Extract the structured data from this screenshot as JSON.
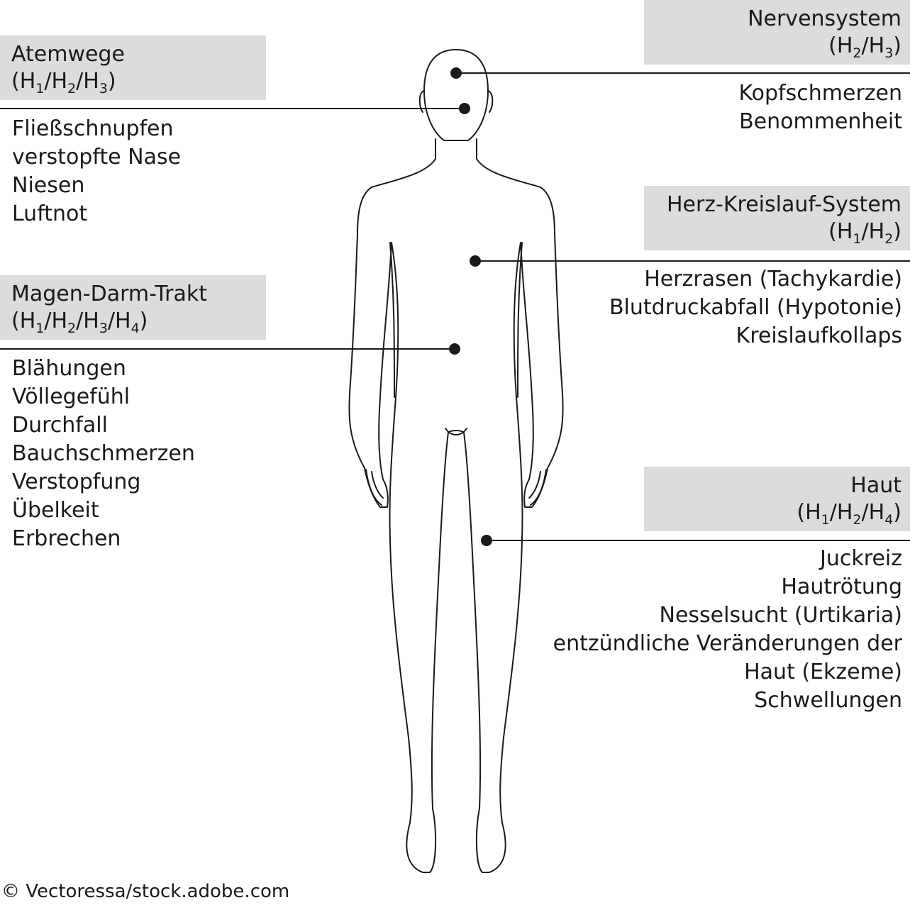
{
  "regions": [
    {
      "id": "atemwege",
      "title": "Atemwege",
      "receptors": [
        "1",
        "2",
        "3"
      ],
      "symptoms": [
        "Fließschnupfen",
        "verstopfte Nase",
        "Niesen",
        "Luftnot"
      ]
    },
    {
      "id": "magen",
      "title": "Magen-Darm-Trakt",
      "receptors": [
        "1",
        "2",
        "3",
        "4"
      ],
      "symptoms": [
        "Blähungen",
        "Völlegefühl",
        "Durchfall",
        "Bauchschmerzen",
        "Verstopfung",
        "Übelkeit",
        "Erbrechen"
      ]
    },
    {
      "id": "nerven",
      "title": "Nervensystem",
      "receptors": [
        "2",
        "3"
      ],
      "symptoms": [
        "Kopfschmerzen",
        "Benommenheit"
      ]
    },
    {
      "id": "herz",
      "title": "Herz-Kreislauf-System",
      "receptors": [
        "1",
        "2"
      ],
      "symptoms": [
        "Herzrasen (Tachykardie)",
        "Blutdruckabfall (Hypotonie)",
        "Kreislaufkollaps"
      ]
    },
    {
      "id": "haut",
      "title": "Haut",
      "receptors": [
        "1",
        "2",
        "4"
      ],
      "symptoms": [
        "Juckreiz",
        "Hautrötung",
        "Nesselsucht (Urtikaria)",
        "entzündliche Veränderungen der",
        "Haut (Ekzeme)",
        "Schwellungen"
      ]
    }
  ],
  "credit": "© Vectoressa/stock.adobe.com",
  "colors": {
    "label_box": "#dcdcdc",
    "ink": "#1a1a1a"
  }
}
